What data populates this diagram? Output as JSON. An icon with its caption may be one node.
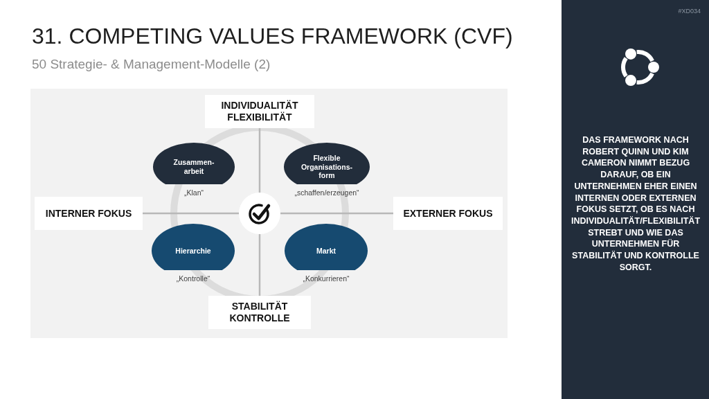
{
  "diagram": {
    "title": "31. COMPETING VALUES FRAMEWORK (CVF)",
    "nodes": [
      {
        "text": [
          "INDIVIDUALITÄT FLEXIBILITÄT"
        ]
      },
      {
        "text": [
          "Zusammen- arbeit"
        ],
        "beside": [
          "„Klan“"
        ]
      },
      {
        "text": [
          "Flexible Organisations- form"
        ],
        "beside": [
          "„schaffen/erzeugen“"
        ]
      },
      {
        "text": [
          "INTERNER FOKUS"
        ]
      },
      {
        "text": [],
        "shape": "circle"
      },
      {
        "text": [
          "EXTERNER FOKUS"
        ]
      },
      {
        "text": [
          "Hierarchie"
        ],
        "beside": [
          "„Kontrolle“"
        ]
      },
      {
        "text": [
          "Markt"
        ],
        "beside": [
          "„Konkurrieren“"
        ]
      },
      {
        "text": [
          "STABILITÄT KONTROLLE"
        ]
      }
    ],
    "edges": [
      {
        "from": 0,
        "to": 4,
        "arrow": "none"
      },
      {
        "from": 3,
        "to": 4,
        "arrow": "none"
      },
      {
        "from": 4,
        "to": 5,
        "arrow": "none"
      },
      {
        "from": 4,
        "to": 8,
        "arrow": "none"
      }
    ],
    "labels": [
      "50 Strategie- & Management-Modelle (2)",
      "#XD034",
      "DAS FRAMEWORK NACH ROBERT QUINN UND KIM CAMERON NIMMT BEZUG DARAUF, OB EIN UNTERNEHMEN EHER EINEN INTERNEN ODER EXTERNEN FOKUS SETZT, OB ES NACH INDIVIDUALITÄT/FLEXIBILITÄT STREBT UND WIE DAS UNTERNEHMEN FÜR STABILITÄT UND KONTROLLE SORGT."
    ]
  }
}
